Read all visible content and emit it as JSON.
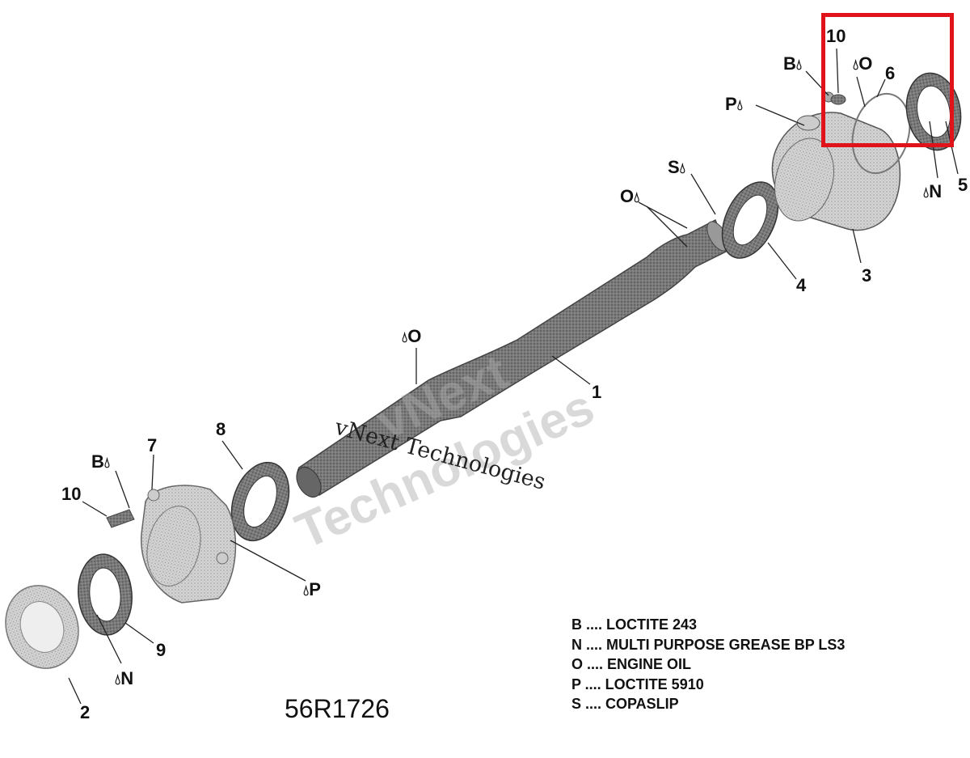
{
  "diagram": {
    "code": "56R1726",
    "callouts": {
      "n1": "1",
      "n2": "2",
      "n3": "3",
      "n4": "4",
      "n5": "5",
      "n6": "6",
      "n7": "7",
      "n8": "8",
      "n9": "9",
      "n10_top": "10",
      "n10_bottom": "10"
    },
    "markers": {
      "b_top": "B",
      "o_top": "O",
      "p_top": "P",
      "s": "S",
      "o_shaft": "O",
      "n_right": "N",
      "o_mid": "O",
      "b_bottom": "B",
      "p_bottom": "P",
      "n_bottom": "N"
    },
    "legend": [
      "B .... LOCTITE 243",
      "N .... MULTI PURPOSE GREASE BP LS3",
      "O .... ENGINE OIL",
      "P .... LOCTITE 5910",
      "S .... COPASLIP"
    ],
    "watermarks": {
      "line1": "vNext Technologies",
      "line2": "vNext",
      "line3": "Technologies"
    },
    "highlight_color": "#e0131b"
  }
}
